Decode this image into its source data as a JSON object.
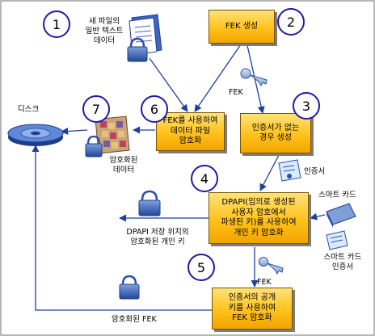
{
  "steps": {
    "step1": "1",
    "step2": "2",
    "step3": "3",
    "step4": "4",
    "step5": "5",
    "step6": "6",
    "step7": "7"
  },
  "boxes": {
    "fek_gen": "FEK 생성",
    "cert_gen": "인증서가 없는\n경우 생성",
    "encrypt_data": "FEK를 사용하여\n데이터 파일\n암호화",
    "dpapi": "DPAPI(임의로 생성된\n사용자 암호에서\n파생된 키)를 사용하여\n개인 키 암호화",
    "cert_encrypt": "인증서의 공개\n키를 사용하여\nFEK 암호화"
  },
  "labels": {
    "plaintext": "새 파일의\n일반 텍스트\n데이터",
    "disk": "디스크",
    "encrypted_data": "암호화된\n데이터",
    "fek_key_1": "FEK",
    "fek_key_2": "FEK",
    "certificate": "인증서",
    "smart_card": "스마트 카드",
    "smart_card_cert": "스마트 카드\n인증서",
    "dpapi_store": "DPAPI 저장 위치의\n암호화된 개인 키",
    "encrypted_fek": "암호화된 FEK"
  },
  "colors": {
    "box_fill": "#ffc21a",
    "badge_border": "#1f1aa8",
    "arrow": "#1d3f9e",
    "frame": "#6e6e6e"
  }
}
